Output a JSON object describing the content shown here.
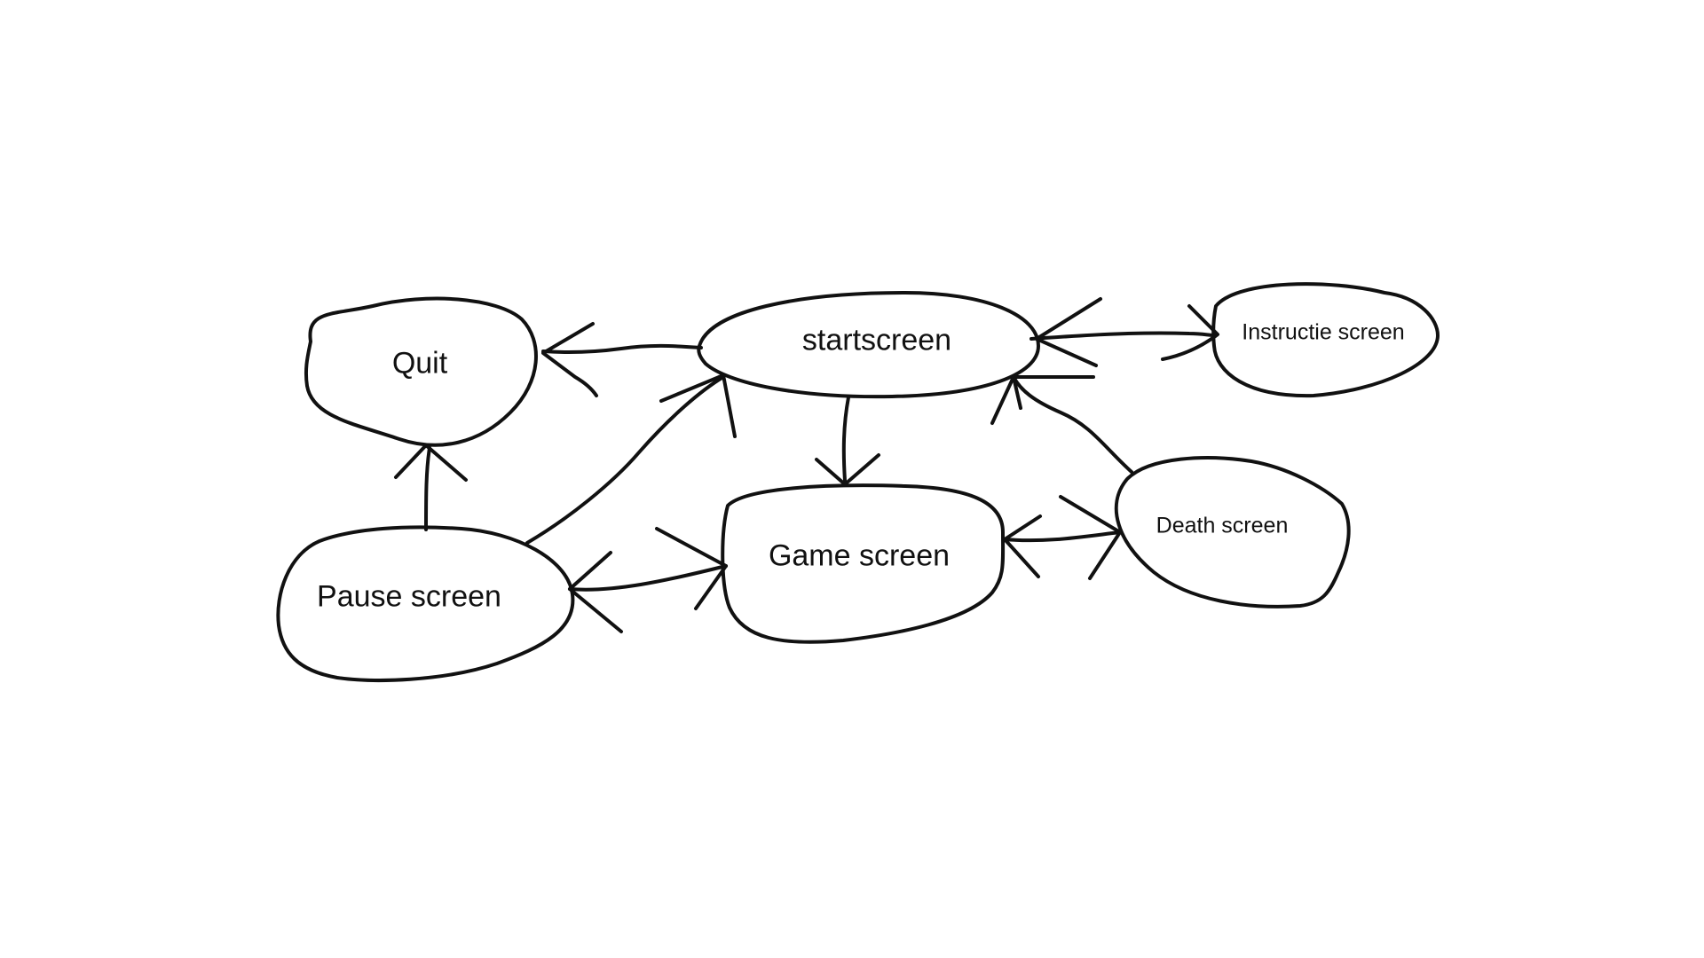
{
  "diagram": {
    "nodes": [
      {
        "id": "quit",
        "label": "Quit"
      },
      {
        "id": "startscreen",
        "label": "startscreen"
      },
      {
        "id": "instructie",
        "label": "Instructie screen"
      },
      {
        "id": "game",
        "label": "Game screen"
      },
      {
        "id": "pause",
        "label": "Pause screen"
      },
      {
        "id": "death",
        "label": "Death screen"
      }
    ],
    "edges": [
      {
        "from": "startscreen",
        "to": "quit"
      },
      {
        "from": "startscreen",
        "to": "instructie",
        "bidirectional": true
      },
      {
        "from": "startscreen",
        "to": "game"
      },
      {
        "from": "pause",
        "to": "quit"
      },
      {
        "from": "pause",
        "to": "startscreen"
      },
      {
        "from": "pause",
        "to": "game",
        "bidirectional": true
      },
      {
        "from": "game",
        "to": "death",
        "bidirectional": true
      },
      {
        "from": "death",
        "to": "startscreen"
      }
    ],
    "colors": {
      "stroke": "#111111",
      "background": "#ffffff"
    }
  }
}
